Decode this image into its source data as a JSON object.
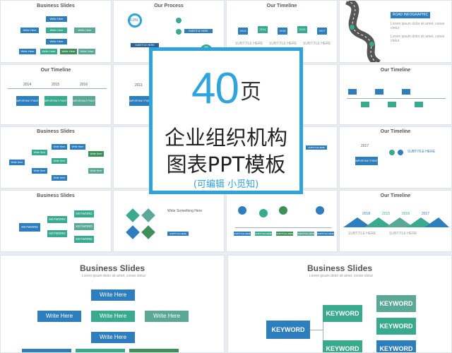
{
  "center": {
    "number": "40",
    "unit": "页",
    "line1": "企业组织机构",
    "line2": "图表PPT模板",
    "subtitle": "(可编辑 小觅知)",
    "accent": "#2ea3dc"
  },
  "slides": {
    "business": "Business Slides",
    "process": "Our Process",
    "timeline": "Our Timeline",
    "road": "ROAD INFOGRAPHIC",
    "write": "Write Here",
    "keyword": "KEYWORD",
    "important": "IMPORTANT POINT",
    "subtitle_here": "SUBTITLE HERE",
    "lorem": "Lorem ipsum dolor sit amet, conse ctetur",
    "write_something": "Write Something Here"
  },
  "years": {
    "t1": [
      "2013",
      "2014",
      "2015",
      "2016",
      "2017"
    ],
    "t2": [
      "2014",
      "2015",
      "2016"
    ],
    "t3": [
      "2011"
    ],
    "t4": [
      "2017"
    ],
    "t5": [
      "2018",
      "2015",
      "2016",
      "2017"
    ]
  },
  "process_pct": "6.0%",
  "colors": {
    "blue": "#2e7dbd",
    "teal": "#3aaa8e",
    "green": "#3f8f5a",
    "accent": "#2ea3dc"
  }
}
